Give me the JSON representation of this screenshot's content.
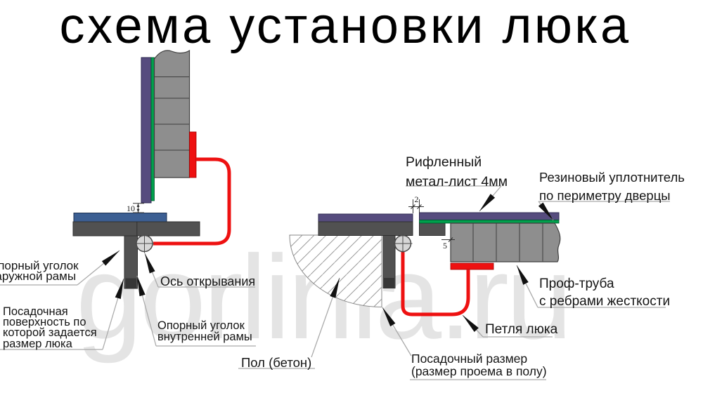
{
  "title": "схема установки люка",
  "watermark": "gorlinia.ru",
  "colors": {
    "purple": "#564C7E",
    "green": "#00A04C",
    "blue": "#3C5F93",
    "steel_gray": "#8E8E8E",
    "dark_gray": "#515151",
    "darker_gray": "#363636",
    "red": "#EE1111",
    "circle_fill": "#D7D7D7",
    "leader": "#ABABAB",
    "hatch": "#9B9B9B",
    "text": "#151515",
    "watermark_color": "#E4E4E4"
  },
  "left_view": {
    "dim_gap_label": "10",
    "labels": {
      "outer_angle": "Опорный уголок\nнаружной рамы",
      "seat_surface": "Посадочная\nповерхность по\nкоторой задается\nразмер люка",
      "axis": "Ось открывания",
      "inner_angle": "Опорный уголок\nвнутренней рамы"
    }
  },
  "right_view": {
    "dim_sheet_gap": "2",
    "dim_edge_gap": "5",
    "labels": {
      "sheet": "Рифленный\nметал-лист 4мм",
      "rubber": "Резиновый уплотнитель\nпо периметру дверцы",
      "floor": "Пол (бетон)",
      "seat_size": "Посадочный размер\n(размер проема в полу)",
      "hinge": "Петля люка",
      "tube": "Проф-труба\nс ребрами жесткости"
    }
  }
}
